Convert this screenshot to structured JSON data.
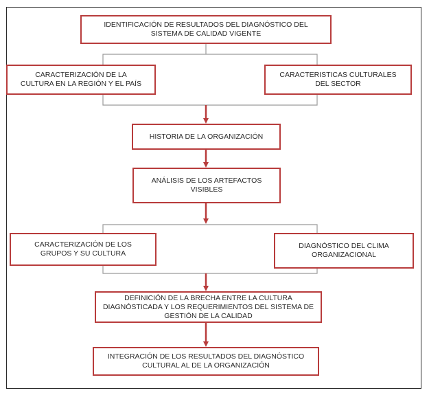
{
  "diagram": {
    "nodes": {
      "identificacion": "IDENTIFICACIÓN  DE RESULTADOS DEL DIAGNÓSTICO  DEL\nSISTEMA DE CALIDAD VIGENTE",
      "caracterizacion_cultura": "CARACTERIZACIÓN  DE LA\nCULTURA EN LA REGIÓN  Y EL PAÍS",
      "caracteristicas_culturales": "CARACTERISTICAS  CULTURALES\nDEL SECTOR",
      "historia": "HISTORIA  DE LA ORGANIZACIÓN",
      "analisis": "ANÁLISIS DE LOS ARTEFACTOS\nVISIBLES",
      "caracterizacion_grupos": "CARACTERIZACIÓN  DE LOS\nGRUPOS Y SU CULTURA",
      "diagnostico_clima": "DIAGNÓSTICO  DEL CLIMA\nORGANIZACIONAL",
      "definicion_brecha": "DEFINICIÓN  DE LA BRECHA ENTRE LA CULTURA\nDIAGNÓSTICADA Y LOS REQUERIMIENTOS  DEL SISTEMA DE\nGESTIÓN  DE LA CALIDAD",
      "integracion": "INTEGRACIÓN  DE LOS RESULTADOS DEL DIAGNÓSTICO\nCULTURAL AL DE LA ORGANIZACIÓN"
    },
    "colors": {
      "box_border": "#b83c3c",
      "arrow": "#b83c3c",
      "bracket_line": "#9a9a9a",
      "frame": "#2b2b2b",
      "text": "#2a2a2a"
    }
  }
}
